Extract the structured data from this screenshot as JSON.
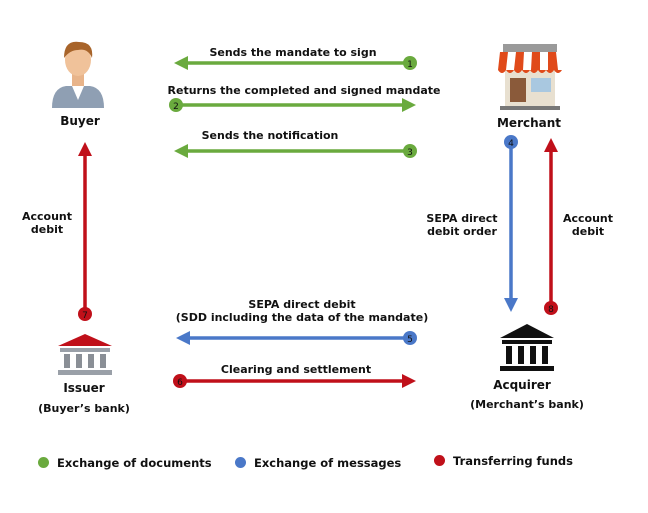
{
  "colors": {
    "documents": "#6aaa3e",
    "messages": "#4a78c8",
    "funds": "#c0101a"
  },
  "actors": {
    "buyer": {
      "name": "Buyer",
      "icon": "person-icon"
    },
    "merchant": {
      "name": "Merchant",
      "icon": "shop-icon"
    },
    "issuer": {
      "name": "Issuer",
      "sub": "(Buyer’s bank)",
      "icon": "bank-icon"
    },
    "acquirer": {
      "name": "Acquirer",
      "sub": "(Merchant’s bank)",
      "icon": "bank-icon"
    }
  },
  "flows": {
    "f1": {
      "num": "1",
      "label": "Sends the mandate to sign"
    },
    "f2": {
      "num": "2",
      "label": "Returns the completed and signed mandate"
    },
    "f3": {
      "num": "3",
      "label": "Sends the notification"
    },
    "f4": {
      "num": "4",
      "label_line1": "SEPA direct",
      "label_line2": "debit order"
    },
    "f5": {
      "num": "5",
      "label_line1": "SEPA direct debit",
      "label_line2": "(SDD including the data of the mandate)"
    },
    "f6": {
      "num": "6",
      "label": "Clearing and settlement"
    },
    "f7": {
      "num": "7",
      "label_line1": "Account",
      "label_line2": "debit"
    },
    "f8": {
      "num": "8",
      "label_line1": "Account",
      "label_line2": "debit"
    }
  },
  "legend": {
    "documents": "Exchange of documents",
    "messages": "Exchange of messages",
    "funds": "Transferring funds"
  }
}
